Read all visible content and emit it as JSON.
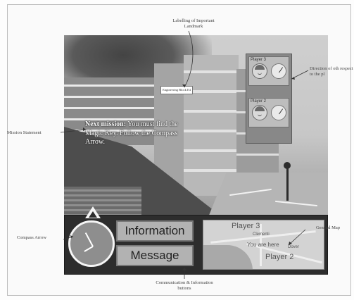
{
  "annotations": {
    "landmark_label": "Labelling of Important Landmark",
    "direction_label": "Direction of oth respect to the pl",
    "mission_label": "Mission Statement",
    "compass_label": "Compass Arrow",
    "map_label": "General Map",
    "buttons_label": "Communication & Information buttons"
  },
  "scene": {
    "landmark_tag": "Engineering Block E4",
    "mission_lead": "Next mission:",
    "mission_body": " You must find the Magic Key. Follow the Compass Arrow.",
    "players": [
      {
        "name": "Player 3"
      },
      {
        "name": "Player 2"
      }
    ]
  },
  "hud": {
    "info_button": "Information",
    "message_button": "Message",
    "map": {
      "player3": "Player 3",
      "you_are_here": "You are here",
      "player2": "Player 2",
      "place1": "Clementi",
      "place2": "Dover"
    }
  }
}
